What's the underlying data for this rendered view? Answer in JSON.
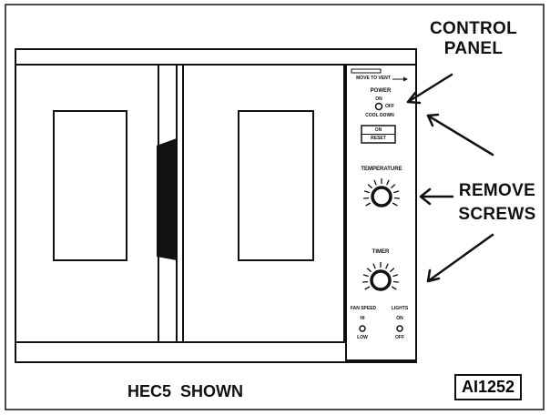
{
  "callouts": {
    "control_panel": [
      "CONTROL",
      "PANEL"
    ],
    "remove_screws": [
      "REMOVE",
      "SCREWS"
    ]
  },
  "panel": {
    "move_to_vent": "MOVE TO VENT",
    "power": "POWER",
    "power_on": "ON",
    "power_off": "OFF",
    "cool_down": "COOL DOWN",
    "switch_on": "ON",
    "switch_reset": "RESET",
    "temperature": "TEMPERATURE",
    "timer": "TIMER",
    "fan_speed": "FAN SPEED",
    "fan_hi": "HI",
    "fan_low": "LOW",
    "lights": "LIGHTS",
    "lights_on": "ON",
    "lights_off": "OFF"
  },
  "caption": "HEC5  SHOWN",
  "figure_id": "AI1252",
  "colors": {
    "line": "#111111",
    "background": "#ffffff"
  }
}
